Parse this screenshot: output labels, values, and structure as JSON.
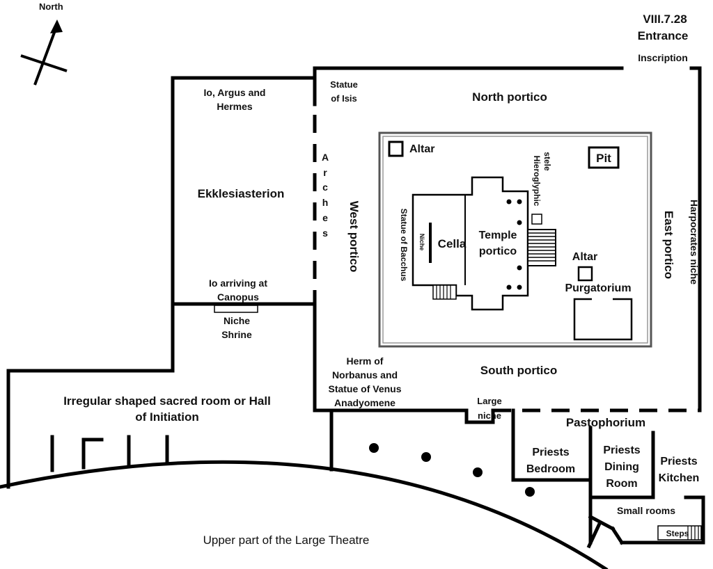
{
  "compass": {
    "label": "North"
  },
  "site": {
    "id": "VIII.7.28",
    "entrance": "Entrance",
    "inscription": "Inscription"
  },
  "labels": {
    "north_portico": "North portico",
    "south_portico": "South portico",
    "west_portico": "West portico",
    "east_portico": "East portico",
    "harpocrates": "Harpocrates niche",
    "statue_isis_1": "Statue",
    "statue_isis_2": "of Isis",
    "io_argus_1": "Io, Argus and",
    "io_argus_2": "Hermes",
    "ekklesiasterion": "Ekklesiasterion",
    "arches": [
      "A",
      "r",
      "c",
      "h",
      "e",
      "s"
    ],
    "io_arriving_1": "Io arriving at",
    "io_arriving_2": "Canopus",
    "niche_shrine_1": "Niche",
    "niche_shrine_2": "Shrine",
    "hall_1": "Irregular shaped sacred room or Hall",
    "hall_2": "of Initiation",
    "herm_1": "Herm of",
    "herm_2": "Norbanus and",
    "herm_3": "Statue of Venus",
    "herm_4": "Anadyomene",
    "large_niche_1": "Large",
    "large_niche_2": "niche",
    "altar_1": "Altar",
    "pit": "Pit",
    "hieroglyphic_1": "Hieroglyphic",
    "hieroglyphic_2": "stele",
    "statue_bacchus": "Statue of Bacchus",
    "niche": "Niche",
    "cella": "Cella",
    "temple_1": "Temple",
    "temple_2": "portico",
    "altar_2": "Altar",
    "purgatorium": "Purgatorium",
    "pastophorium": "Pastophorium",
    "priests_bed_1": "Priests",
    "priests_bed_2": "Bedroom",
    "priests_dining_1": "Priests",
    "priests_dining_2": "Dining",
    "priests_dining_3": "Room",
    "priests_kitchen_1": "Priests",
    "priests_kitchen_2": "Kitchen",
    "small_rooms": "Small rooms",
    "steps": "Steps",
    "theatre": "Upper part of the Large Theatre"
  }
}
